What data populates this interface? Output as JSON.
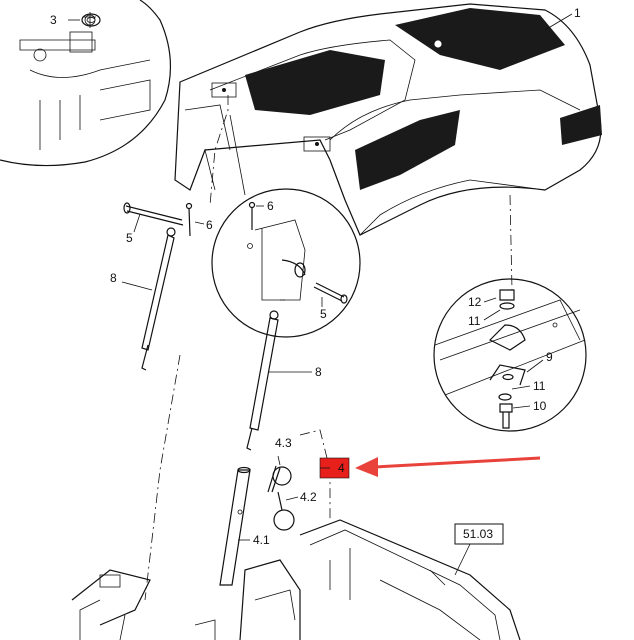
{
  "labels": {
    "hood": "1",
    "bolt_ring": "3",
    "pin_left": "5",
    "clip_left": "6",
    "strut_left": "8",
    "clip_detail": "6",
    "pin_detail": "5",
    "strut_right": "8",
    "nut": "12",
    "washer_top": "11",
    "bracket": "9",
    "washer_bottom": "11",
    "bolt": "10",
    "pin_4_3": "4.3",
    "pin_4_2": "4.2",
    "prop_4_1": "4.1",
    "highlight_4": "4",
    "frame_ref": "51.03"
  },
  "colors": {
    "highlight": "#e8201c",
    "arrow": "#e8423a",
    "ink": "#111111",
    "mesh": "#1a1a1a"
  }
}
